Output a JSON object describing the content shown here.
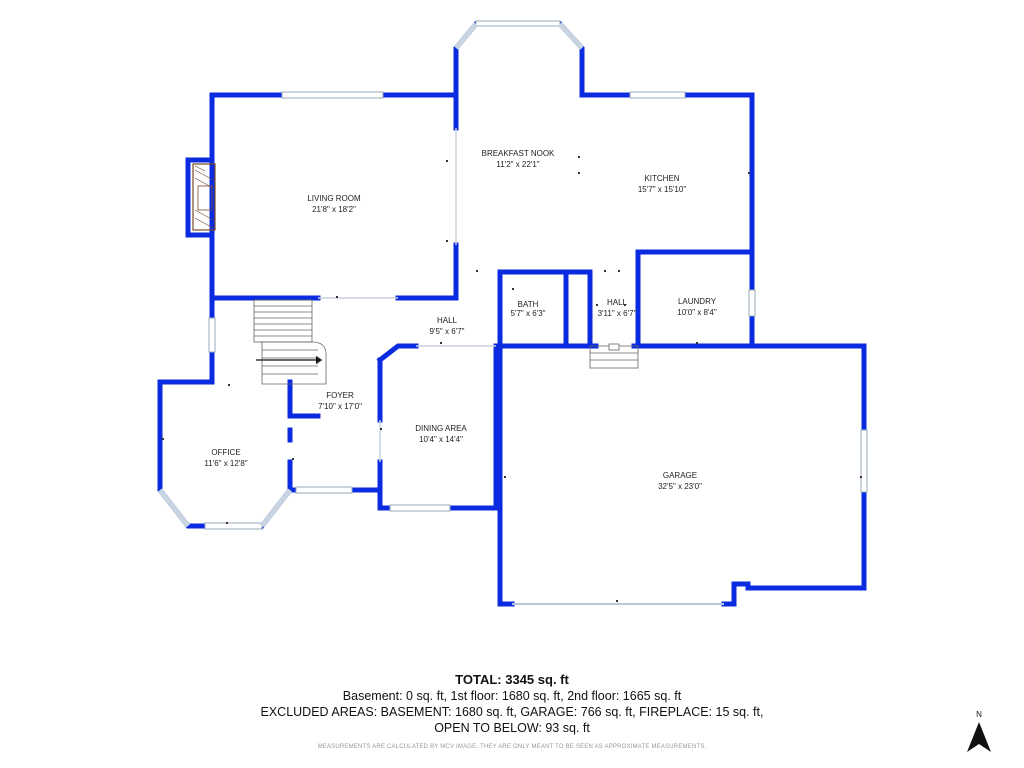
{
  "rooms": {
    "breakfast_nook": {
      "name": "BREAKFAST NOOK",
      "dims": "11'2\" x 22'1\""
    },
    "kitchen": {
      "name": "KITCHEN",
      "dims": "15'7\" x 15'10\""
    },
    "living_room": {
      "name": "LIVING ROOM",
      "dims": "21'8\" x 18'2\""
    },
    "bath": {
      "name": "BATH",
      "dims": "5'7\" x 6'3\""
    },
    "hall_center": {
      "name": "HALL",
      "dims": "3'11\" x 6'7\""
    },
    "laundry": {
      "name": "LAUNDRY",
      "dims": "10'0\" x 8'4\""
    },
    "hall_left": {
      "name": "HALL",
      "dims": "9'5\" x 6'7\""
    },
    "foyer": {
      "name": "FOYER",
      "dims": "7'10\" x 17'0\""
    },
    "dining_area": {
      "name": "DINING AREA",
      "dims": "10'4\" x 14'4\""
    },
    "office": {
      "name": "OFFICE",
      "dims": "11'6\" x 12'8\""
    },
    "garage": {
      "name": "GARAGE",
      "dims": "32'5\" x 23'0\""
    }
  },
  "summary": {
    "total": "TOTAL: 3345 sq. ft",
    "line1": "Basement: 0 sq. ft, 1st floor: 1680 sq. ft, 2nd floor: 1665 sq. ft",
    "line2": "EXCLUDED AREAS: BASEMENT: 1680 sq. ft, GARAGE: 766 sq. ft, FIREPLACE: 15 sq. ft,",
    "line3": "OPEN TO BELOW: 93 sq. ft",
    "disclaimer": "MEASUREMENTS ARE CALCULATED BY MCV IMAGE. THEY ARE ONLY MEANT TO BE SEEN AS APPROXIMATE MEASUREMENTS."
  },
  "compass": {
    "label": "N"
  },
  "colors": {
    "wall": "#0a2be0",
    "window": "#b9c7d8",
    "fireplace": "#7a4a2a"
  }
}
